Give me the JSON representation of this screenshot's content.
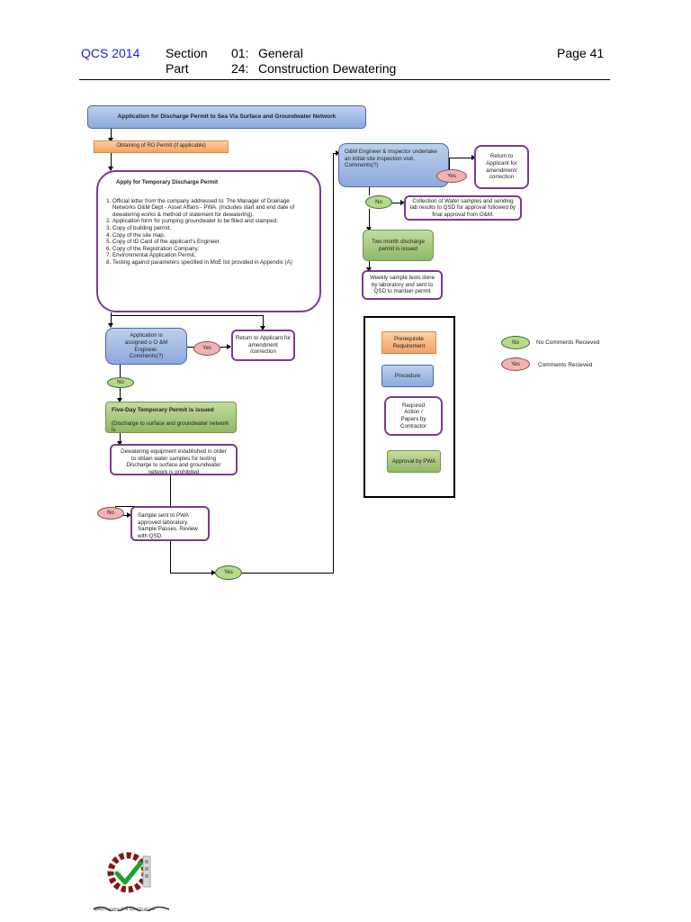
{
  "header": {
    "doc_id": "QCS 2014",
    "section_label": "Section",
    "section_num": "01:",
    "section_title": "General",
    "part_label": "Part",
    "part_num": "24:",
    "part_title": "Construction Dewatering",
    "page": "Page 41"
  },
  "flowchart": {
    "main_title": "Application for Discharge Permit to  Sea Via Surface and Groundwater Network",
    "ro_permit": "Obtaining of RO Permit (if applicable)",
    "temp_permit_title": "Apply for Temporary Discharge Permit",
    "temp_permit_items": [
      "Official letter from the company addressed to: The Manager of Drainage Networks O&M Dept - Asset Affairs - PWA. (Includes start and end date of dewatering works & method of statement for dewatering).",
      "Application form for pumping groundwater to be filled and stamped.",
      "Copy of building permit.",
      "Copy of the site map.",
      "Copy of ID Card of the applicant's Engineer.",
      "Copy of the Registration Company.",
      "Environmental Application Permit.",
      "Testing against parameters specified in MoE list provided in Appendix (A)"
    ],
    "assigned": "Application is assigned o O &M Engineer. Comments(?)",
    "yes1": "Yes",
    "return1": "Return to Applicant for amendment /correction",
    "no1": "No",
    "five_day_title": "Five-Day Temporary Permit is issued",
    "five_day_sub": "(Discharge to surface and groundwater network is",
    "dewatering": "Dewatering equipment established in order to obtain water samples for testing Discharge to surface and groundwater  network  is prohibited",
    "no2": "No",
    "sample": "Sample sent to PWA approved laboratory. Sample Passes. Review with QSD.",
    "yes2": "Yes",
    "inspection": "O&M Engineer & Inspector undertake an initial site inspection visit. Comments(?)",
    "yes3": "Yes",
    "return2": "Return to Applicant for amendment/ correction",
    "no3": "No",
    "collection": "Collection of Water samples and sending lab results to QSD for approval  followed by final approval from O&M.",
    "two_month": "Two month discharge permit is issued",
    "weekly": "Weekly sample tests done by laboratory and sent to QSD to mantain permit"
  },
  "legend": {
    "prerequisite": "Prerequisite Requirement",
    "procedure": "Procedure",
    "required": "Required Action / Papers by Contractor",
    "approval": "Approval by PWA",
    "no_label": "No",
    "no_text": "No Comments Recieved",
    "yes_label": "Yes",
    "yes_text": "Comments Recieved"
  },
  "footer": {
    "logo_caption": "Qatar Construction Specifications"
  }
}
